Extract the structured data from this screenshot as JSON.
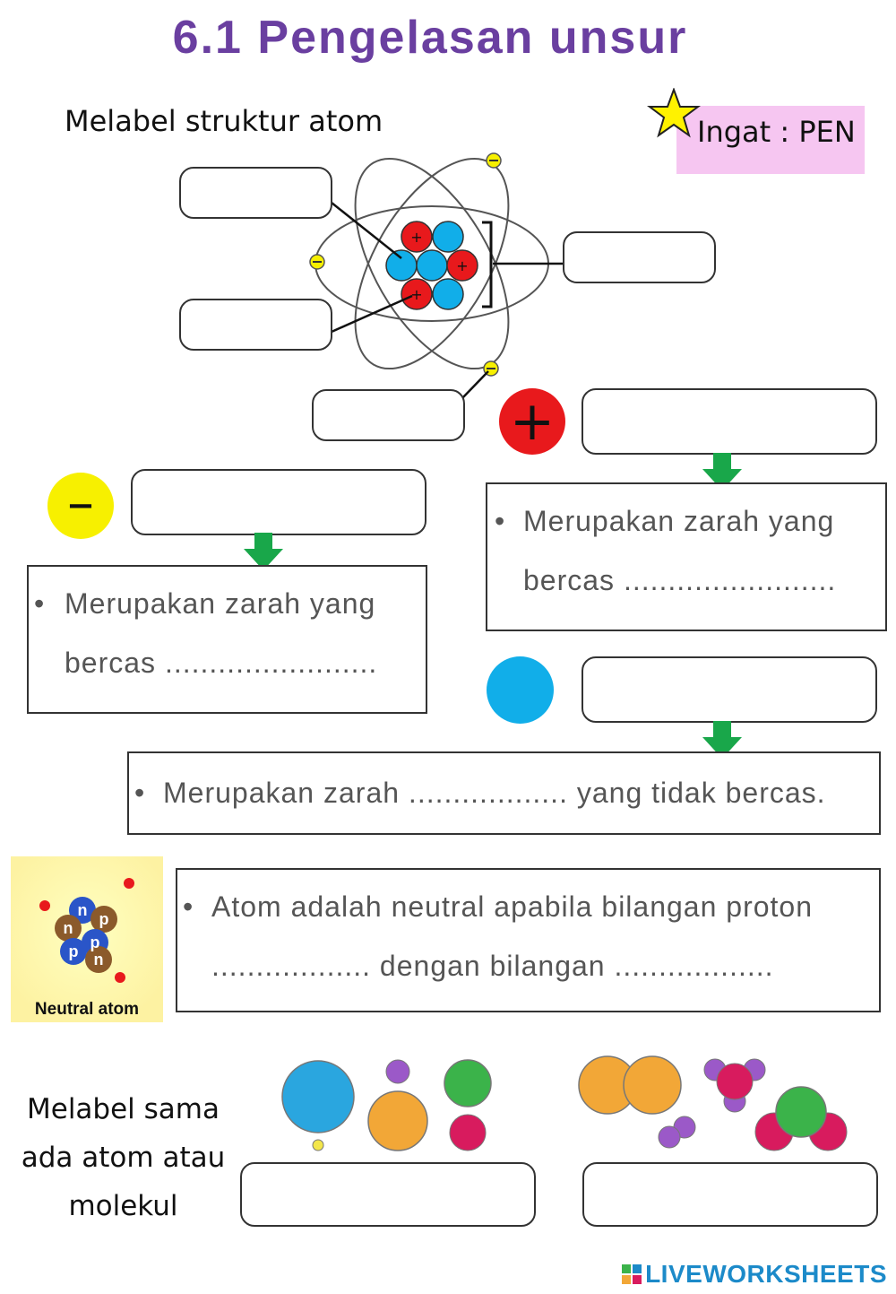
{
  "title": "6.1 Pengelasan unsur",
  "section1_label": "Melabel struktur atom",
  "ingat": "Ingat : PEN",
  "symbols": {
    "proton": "+",
    "electron": "–",
    "proton_color": "#e8191c",
    "electron_color": "#f7f000",
    "neutron_color": "#11aee9"
  },
  "statements": {
    "electron_text": "Merupakan zarah yang bercas ........................",
    "proton_text": "Merupakan zarah yang bercas ........................",
    "neutron_text": "Merupakan zarah .................. yang tidak bercas.",
    "neutral_text": "Atom adalah neutral apabila bilangan proton .................. dengan bilangan ..................",
    "bullet": "•"
  },
  "neutral_image": {
    "caption": "Neutral atom",
    "particles": [
      "n",
      "p",
      "n",
      "p",
      "n",
      "p"
    ]
  },
  "section2_label": "Melabel sama ada atom atau molekul",
  "section2_lines": [
    "Melabel sama",
    "ada atom atau",
    "molekul"
  ],
  "brand": "LIVEWORKSHEETS",
  "colors": {
    "title": "#6a3fa0",
    "arrow": "#19a74a",
    "ingat_bg": "#f6c6f1",
    "star": "#fff200"
  }
}
